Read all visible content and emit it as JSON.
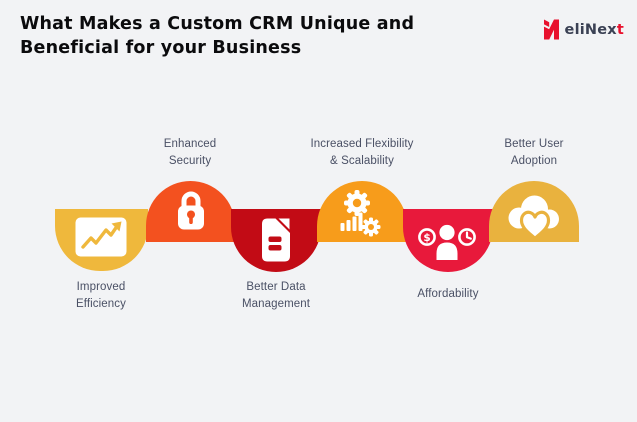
{
  "page": {
    "background": "#F2F3F5"
  },
  "header": {
    "title_line1": "What Makes a Custom CRM Unique and",
    "title_line2": "Beneficial for your Business",
    "logo": {
      "text_dark": "eliNex",
      "text_accent": "t",
      "mark_color": "#E8112D",
      "text_color": "#3B4154"
    }
  },
  "infographic": {
    "label_color": "#4A5065",
    "items": [
      {
        "line1": "Improved",
        "line2": "Efficiency",
        "color": "#EFB83C",
        "icon": "trend-chart",
        "shape": "bowl"
      },
      {
        "line1": "Enhanced",
        "line2": "Security",
        "color": "#F3511F",
        "icon": "padlock",
        "shape": "dome"
      },
      {
        "line1": "Better Data",
        "line2": "Management",
        "color": "#C20B15",
        "icon": "document",
        "shape": "bowl"
      },
      {
        "line1": "Increased Flexibility",
        "line2": "& Scalability",
        "color": "#F79C1B",
        "icon": "gears-growth",
        "shape": "dome"
      },
      {
        "line1": "Affordability",
        "color": "#E8193B",
        "icon": "person-dollar-clock",
        "shape": "bowl"
      },
      {
        "line1": "Better User",
        "line2": "Adoption",
        "color": "#E9B23E",
        "icon": "cloud-heart",
        "shape": "dome"
      }
    ]
  }
}
